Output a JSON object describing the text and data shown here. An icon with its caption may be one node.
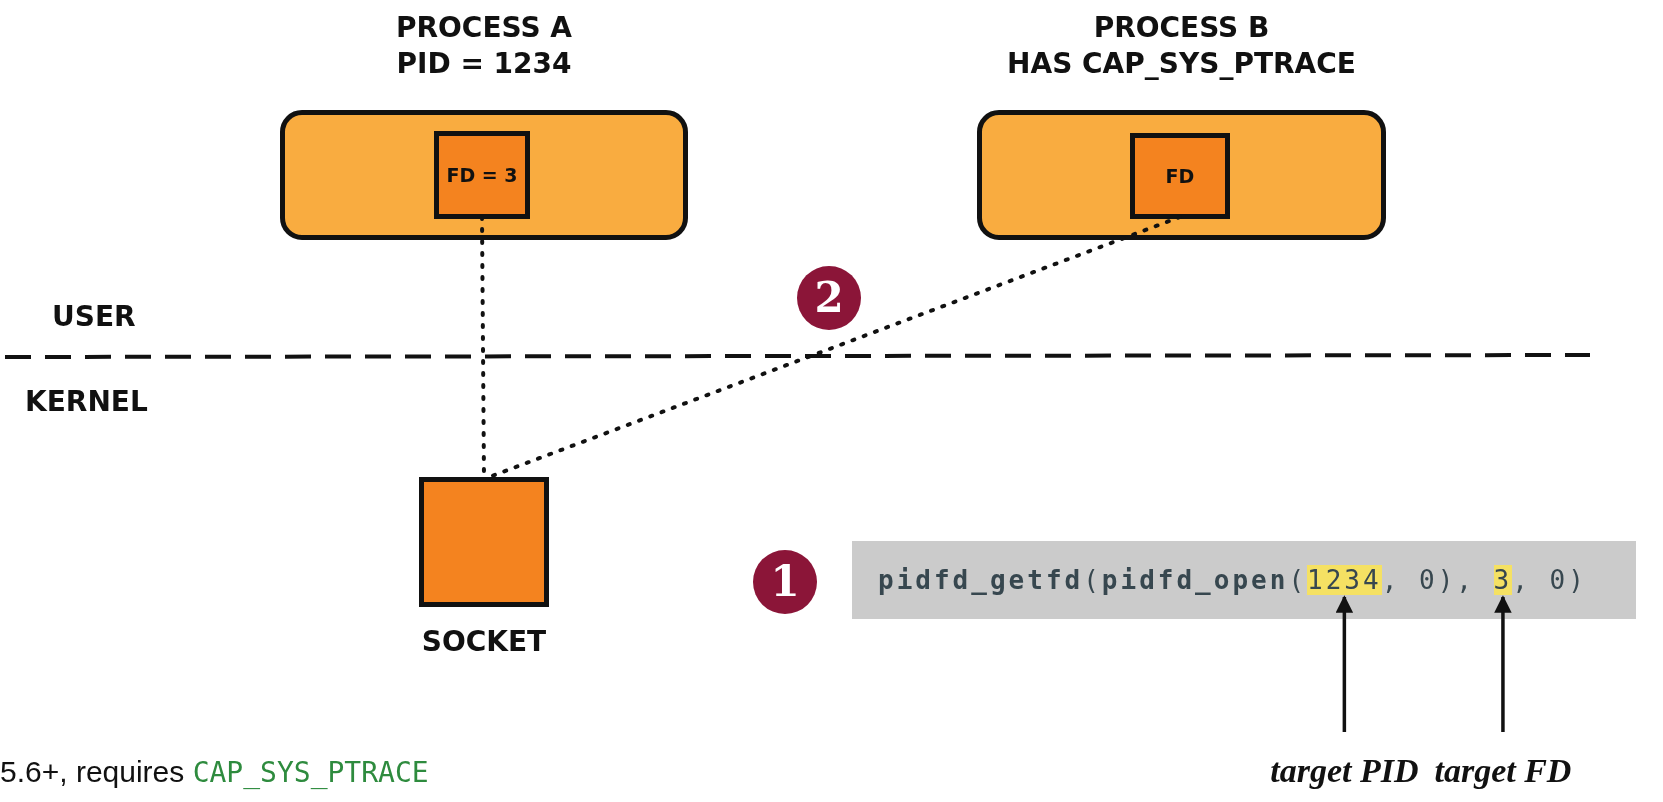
{
  "diagram": {
    "nodes": [
      {
        "text": [
          "PROCESS A",
          "PID = 1234"
        ]
      },
      {
        "text": [
          "FD = 3"
        ],
        "in": 0
      },
      {
        "text": [
          "PROCESS B",
          "HAS CAP_SYS_PTRACE"
        ]
      },
      {
        "text": [
          "FD"
        ],
        "in": 2
      },
      {
        "text": [
          "SOCKET"
        ]
      },
      {
        "text": [
          "**pidfd_getfd**(**pidfd_open**(",
          ", 0),",
          ", 0)"
        ]
      },
      {
        "text": [
          "1234"
        ],
        "in": 5
      },
      {
        "text": [
          "3"
        ],
        "in": 5
      },
      {
        "text": [
          "target PID"
        ]
      },
      {
        "text": [
          "target FD"
        ]
      }
    ],
    "edges": [
      {
        "from": 1,
        "to": 4,
        "arrow": "none",
        "style": "dashed"
      },
      {
        "from": 3,
        "to": 4,
        "arrow": "none",
        "style": "dashed"
      },
      {
        "from": 8,
        "to": 6,
        "arrow": "to"
      },
      {
        "from": 9,
        "to": 7,
        "arrow": "to"
      }
    ],
    "labels": [
      "2",
      "USER",
      "KERNEL",
      "1",
      "5.6+, requires",
      "CAP_SYS_PTRACE"
    ]
  }
}
